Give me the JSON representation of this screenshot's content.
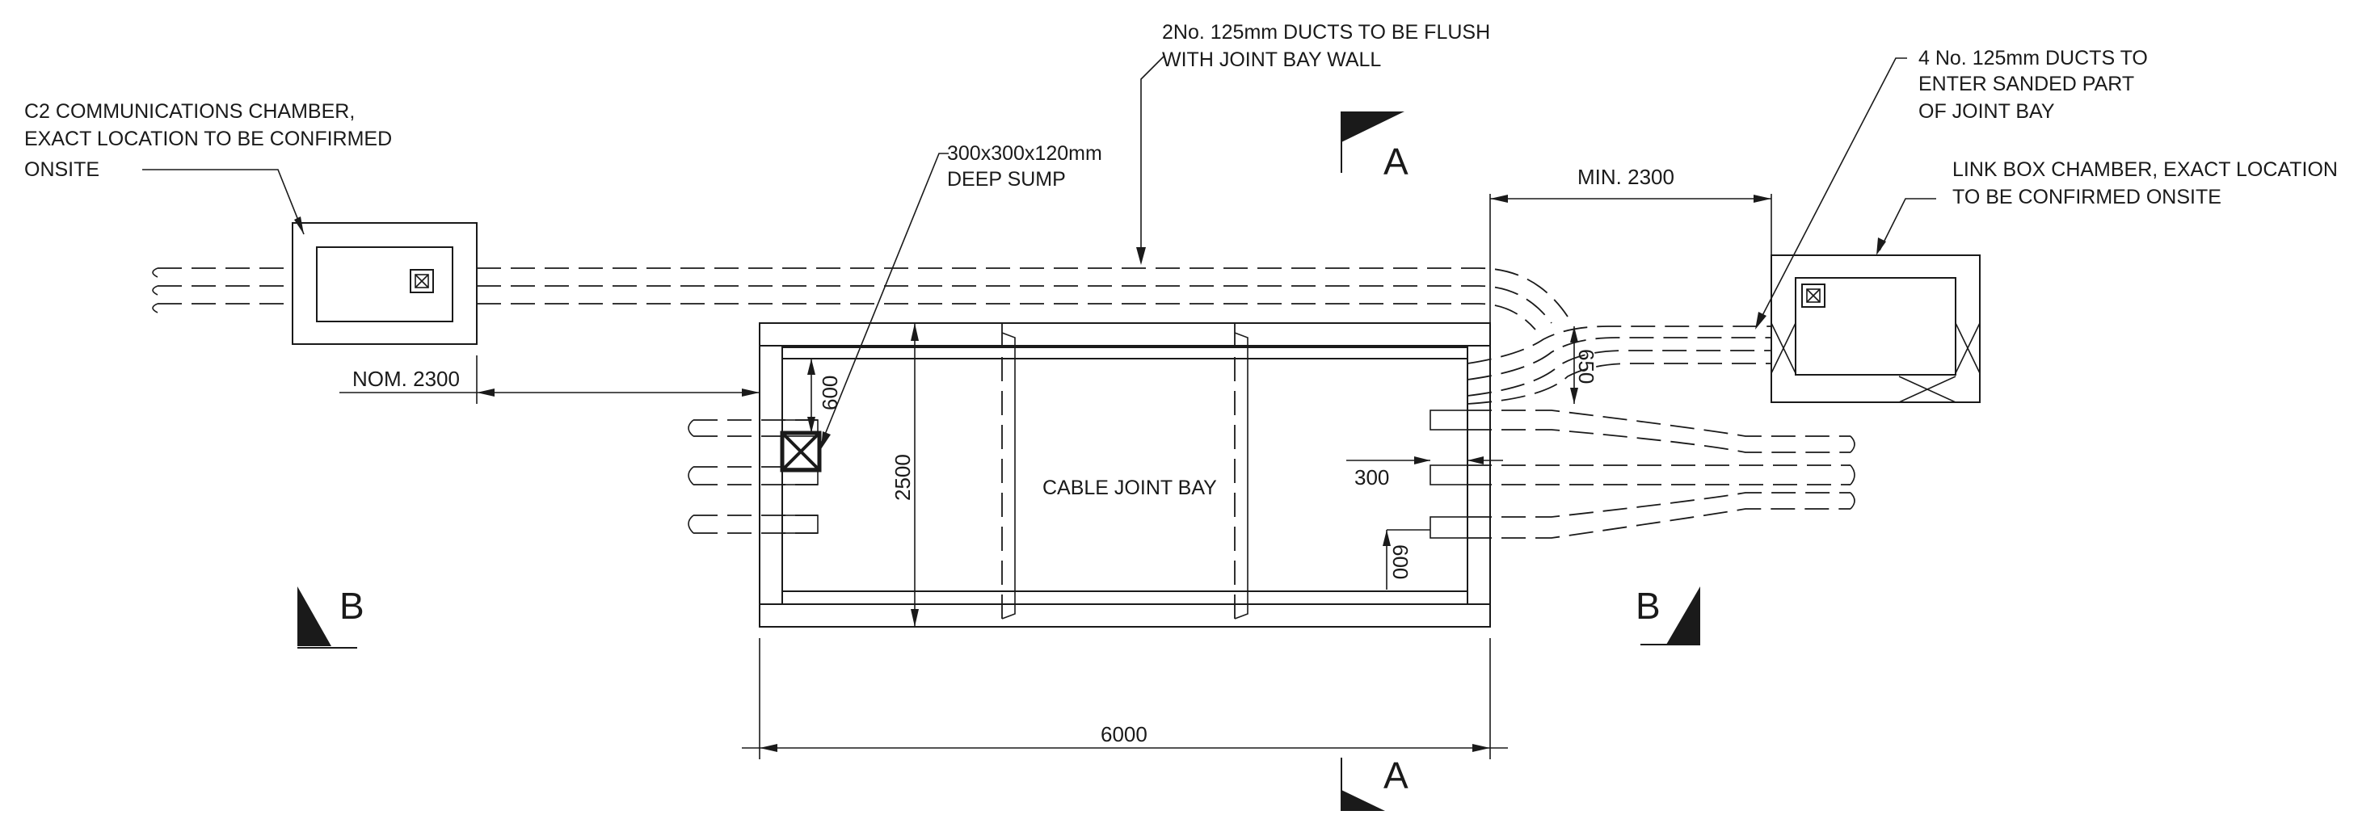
{
  "labels": {
    "c2_chamber": [
      "C2 COMMUNICATIONS CHAMBER,",
      "EXACT LOCATION TO BE CONFIRMED",
      "ONSITE"
    ],
    "ducts_flush": [
      "2No. 125mm DUCTS TO BE FLUSH",
      "WITH JOINT BAY WALL"
    ],
    "ducts_sanded": [
      "4 No. 125mm DUCTS TO",
      "ENTER SANDED PART",
      "OF JOINT BAY"
    ],
    "link_box": [
      "LINK BOX CHAMBER, EXACT LOCATION",
      "TO BE  CONFIRMED ONSITE"
    ],
    "sump": [
      "300x300x120mm",
      "DEEP SUMP"
    ],
    "joint_bay": "CABLE JOINT BAY"
  },
  "dimensions": {
    "nom_2300": "NOM. 2300",
    "min_2300": "MIN. 2300",
    "d600_top": "600",
    "d2500": "2500",
    "d650": "650",
    "d300": "300",
    "d600_right": "600",
    "d6000": "6000"
  },
  "section_markers": {
    "a_top": "A",
    "a_bottom": "A",
    "b_left": "B",
    "b_right": "B"
  }
}
